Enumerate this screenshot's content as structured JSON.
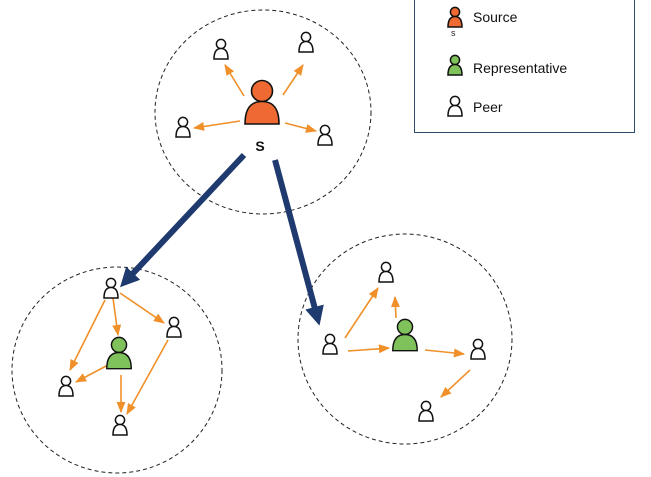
{
  "diagram": {
    "source_label": "S",
    "colors": {
      "source": "#ee6a32",
      "representative": "#7fc15a",
      "peer": "#ffffff",
      "peer_arrow": "#f0902a",
      "group_arrow": "#1e3a6e",
      "cluster_border": "#222222"
    }
  },
  "legend": {
    "items": [
      {
        "icon": "source-person-icon",
        "label": "Source",
        "sub": "s"
      },
      {
        "icon": "representative-person-icon",
        "label": "Representative"
      },
      {
        "icon": "peer-person-icon",
        "label": "Peer"
      }
    ]
  }
}
